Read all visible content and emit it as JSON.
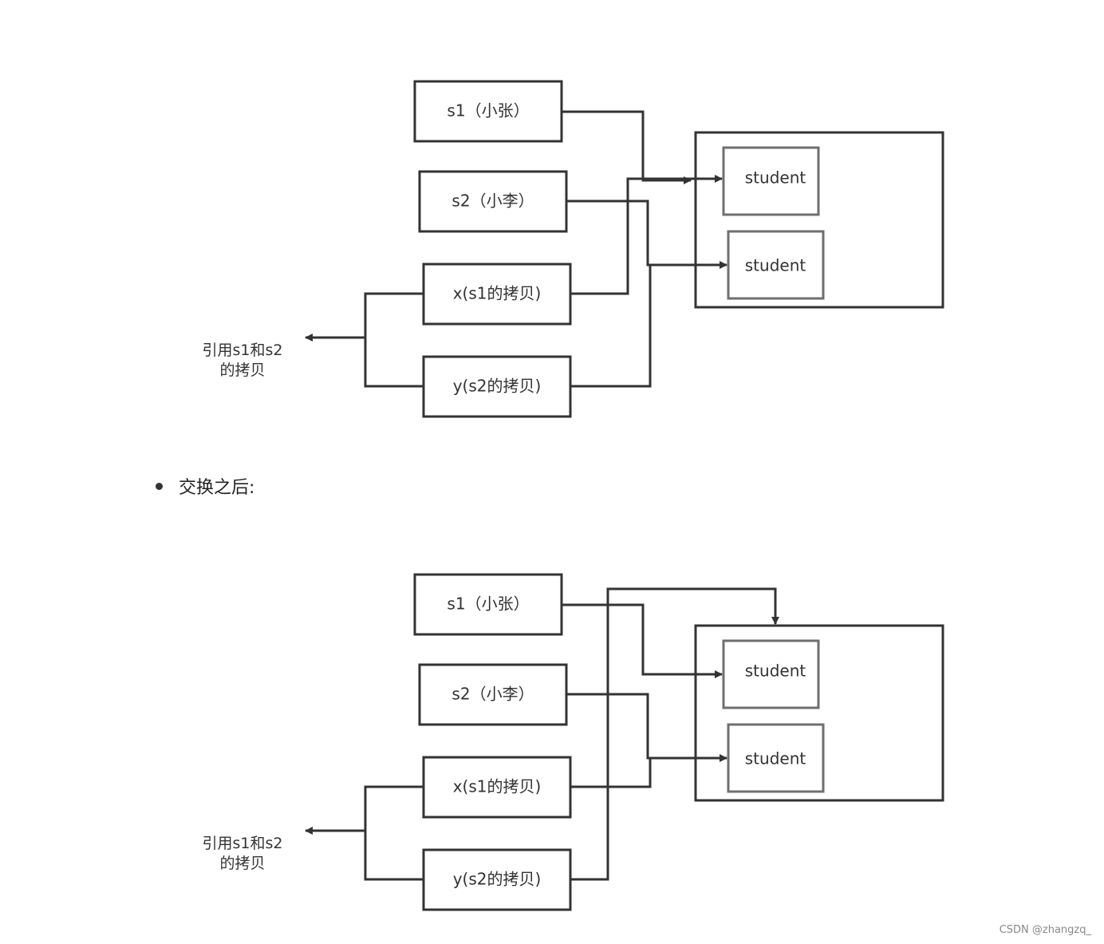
{
  "diagrams": [
    {
      "nodes": {
        "s1": "s1（小张）",
        "s2": "s2（小李）",
        "x": "x(s1的拷贝)",
        "y": "y(s2的拷贝)",
        "student_a": "student",
        "student_b": "student",
        "ref_line1": "引用s1和s2",
        "ref_line2": "的拷贝"
      }
    },
    {
      "nodes": {
        "s1": "s1（小张）",
        "s2": "s2（小李）",
        "x": "x(s1的拷贝)",
        "y": "y(s2的拷贝)",
        "student_a": "student",
        "student_b": "student",
        "ref_line1": "引用s1和s2",
        "ref_line2": "的拷贝"
      }
    }
  ],
  "bullet": {
    "text": "交换之后:"
  },
  "watermark": "CSDN @zhangzq_"
}
